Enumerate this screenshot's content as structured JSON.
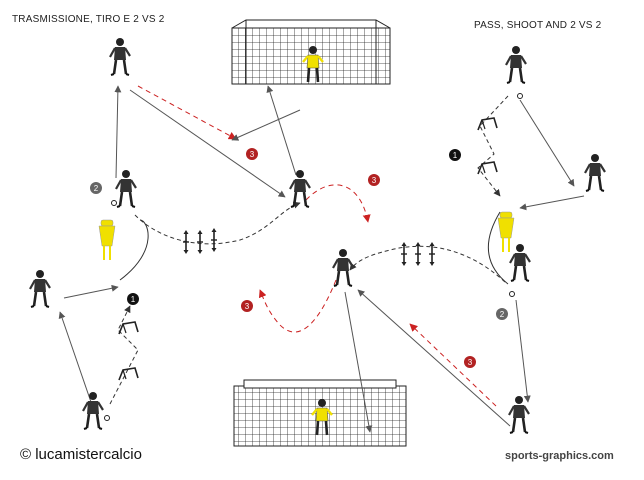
{
  "titles": {
    "left": "TRASMISSIONE, TIRO E 2 VS 2",
    "right": "PASS, SHOOT AND 2 VS 2"
  },
  "credits": {
    "left": "© lucamistercalcio",
    "right": "sports-graphics.com"
  },
  "step_markers": {
    "black": "1",
    "grey": "2",
    "red": "3"
  },
  "colors": {
    "pass_line": "#555555",
    "run_line": "#333333",
    "dribble_line": "#333333",
    "ball_path_red": "#cc2222",
    "mannequin": "#f0e000",
    "goalkeeper_shirt": "#f0e000",
    "goal_net": "#222222"
  },
  "icons": [
    "goal-top-icon",
    "goal-bottom-icon",
    "goalkeeper-icon",
    "player-icon",
    "mannequin-icon",
    "pole-icon",
    "hurdle-icon",
    "ball-icon"
  ]
}
